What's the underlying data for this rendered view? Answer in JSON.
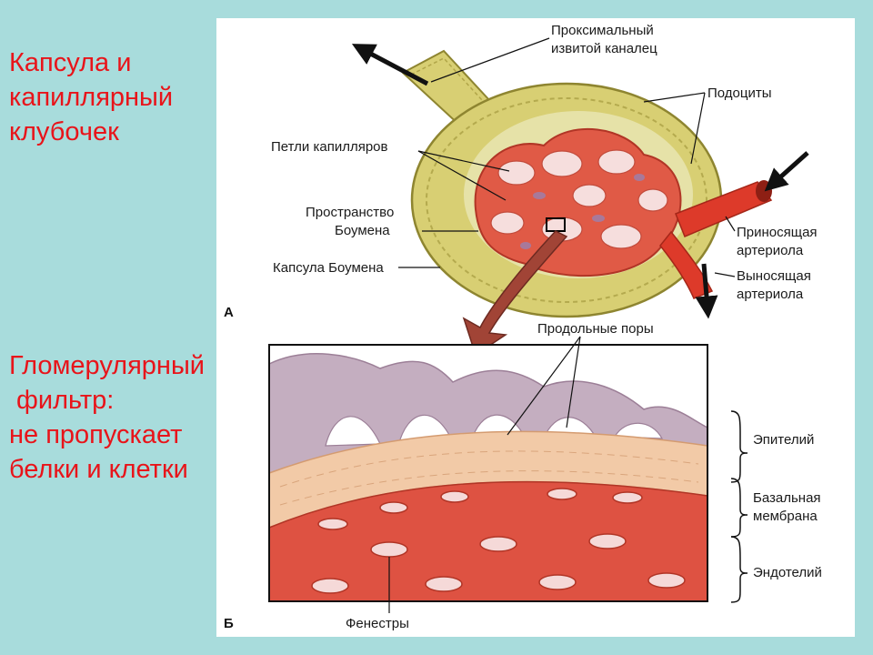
{
  "slide": {
    "heading_top": "Капсула и\nкапиллярный\nклубочек",
    "heading_bottom": "Гломерулярный\n фильтр:\nне пропускает\nбелки и клетки"
  },
  "diagram": {
    "panel_a": "А",
    "panel_b": "Б",
    "labels": {
      "proximal_line1": "Проксимальный",
      "proximal_line2": "извитой каналец",
      "podocytes": "Подоциты",
      "capillary_loops": "Петли капилляров",
      "bowman_space_line1": "Пространство",
      "bowman_space_line2": "Боумена",
      "bowman_capsule": "Капсула Боумена",
      "afferent_line1": "Приносящая",
      "afferent_line2": "артериола",
      "efferent_line1": "Выносящая",
      "efferent_line2": "артериола",
      "pores": "Продольные поры",
      "epithelium": "Эпителий",
      "basal_line1": "Базальная",
      "basal_line2": "мембрана",
      "endothelium": "Эндотелий",
      "fenestrae": "Фенестры"
    }
  },
  "colors": {
    "title_red": "#e8141a",
    "background": "#a8dcdc",
    "capsule": "#d8cf73",
    "capillary": "#e0452e",
    "podocyte": "#b89ab5"
  }
}
